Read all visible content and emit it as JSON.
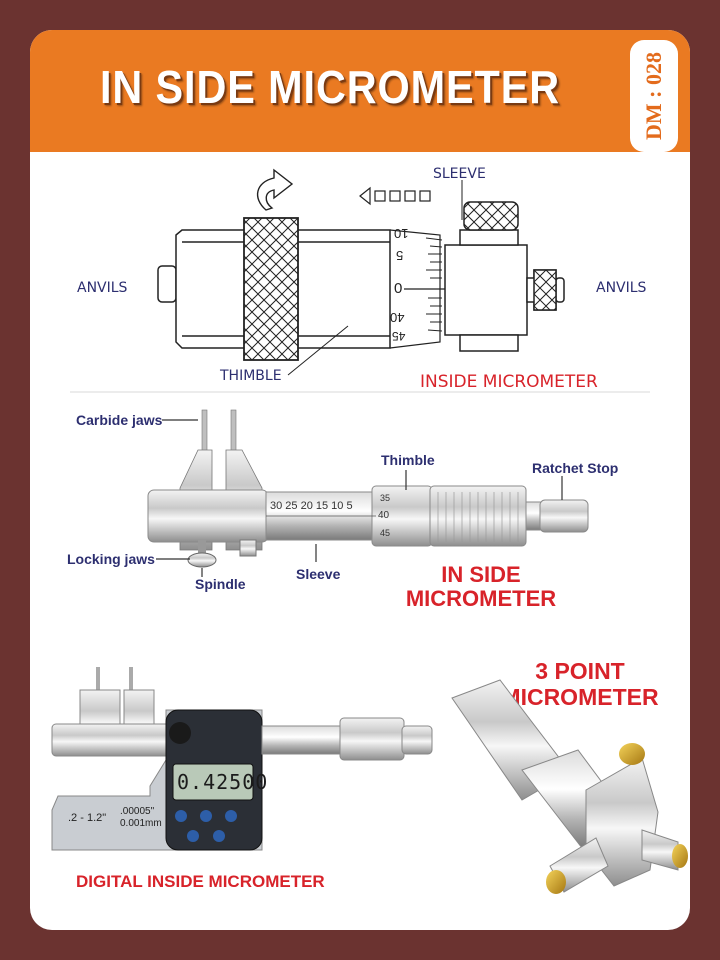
{
  "header": {
    "title": "IN SIDE MICROMETER",
    "code": "DM : 028"
  },
  "diagram": {
    "labels": {
      "sleeve": "SLEEVE",
      "anvils_left": "ANVILS",
      "anvils_right": "ANVILS",
      "thimble": "THIMBLE",
      "caption": "INSIDE MICROMETER"
    },
    "scale_numbers": [
      "10",
      "5",
      "0",
      "40",
      "45"
    ]
  },
  "photo_inside": {
    "labels": {
      "carbide_jaws": "Carbide jaws",
      "thimble": "Thimble",
      "ratchet_stop": "Ratchet Stop",
      "locking_jaws": "Locking jaws",
      "spindle": "Spindle",
      "sleeve": "Sleeve"
    },
    "caption_line1": "IN SIDE",
    "caption_line2": "MICROMETER",
    "sleeve_scale": "30 25 20 15 10 5",
    "thimble_scale": [
      "35",
      "40",
      "45"
    ]
  },
  "photo_digital": {
    "display": "0.42500",
    "range": ".2 - 1.2\"",
    "resolution_line1": ".00005\"",
    "resolution_line2": "0.001mm",
    "caption": "DIGITAL INSIDE MICROMETER"
  },
  "photo_three_point": {
    "caption_line1": "3 POINT",
    "caption_line2": "MICROMETER"
  },
  "colors": {
    "background": "#6b3330",
    "header": "#ea7a22",
    "label_navy": "#2d2f70",
    "caption_red": "#d8232a"
  }
}
